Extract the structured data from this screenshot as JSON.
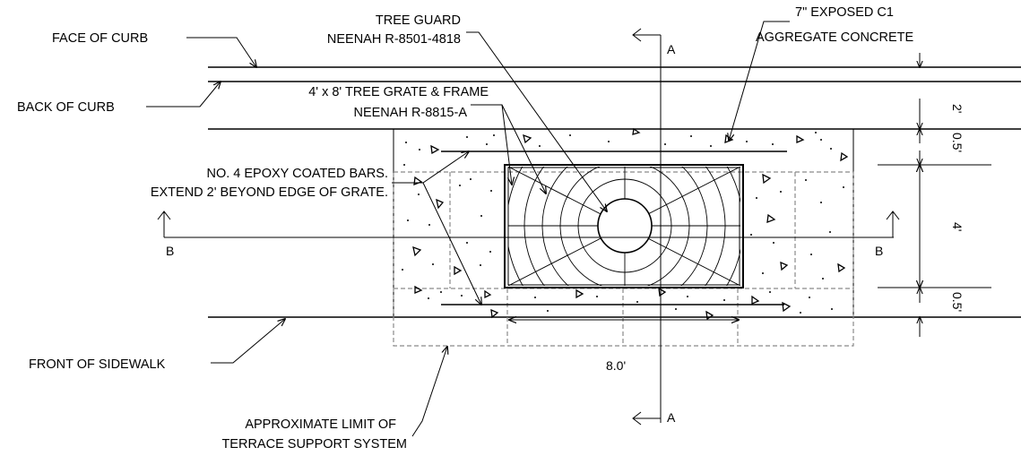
{
  "labels": {
    "face_of_curb": "FACE OF CURB",
    "back_of_curb": "BACK OF CURB",
    "tree_guard_1": "TREE GUARD",
    "tree_guard_2": "NEENAH R-8501-4818",
    "concrete_1": "7\" EXPOSED C1",
    "concrete_2": "AGGREGATE CONCRETE",
    "grate_1": "4' x 8' TREE GRATE & FRAME",
    "grate_2": "NEENAH R-8815-A",
    "bars_1": "NO. 4 EPOXY COATED BARS.",
    "bars_2": "EXTEND 2' BEYOND EDGE OF GRATE.",
    "front_of_sidewalk": "FRONT OF SIDEWALK",
    "limit_1": "APPROXIMATE LIMIT OF",
    "limit_2": "TERRACE SUPPORT SYSTEM"
  },
  "section_markers": {
    "a_top": "A",
    "a_bottom": "A",
    "b_left": "B",
    "b_right": "B"
  },
  "dimensions": {
    "curb_width": "2'",
    "gap_top": "0.5'",
    "grate_width": "4'",
    "gap_bottom": "0.5'",
    "grate_length": "8.0'"
  }
}
